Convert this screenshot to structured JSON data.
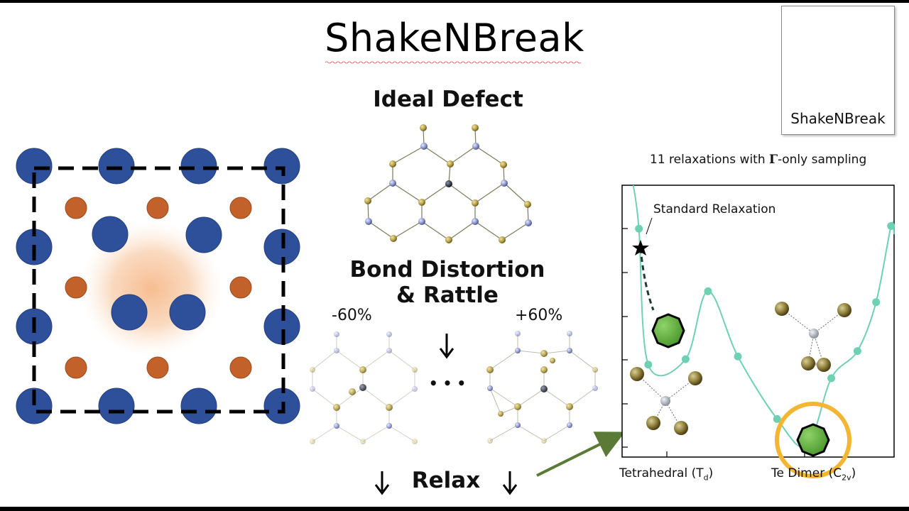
{
  "title": "ShakeNBreak",
  "center": {
    "ideal_defect_label": "Ideal Defect",
    "bond_distortion_label": "Bond Distortion",
    "rattle_label": "& Rattle",
    "minus_label": "-60%",
    "plus_label": "+60%",
    "ellipsis": "• • •",
    "relax_label": "Relax"
  },
  "logo": {
    "label": "ShakeNBreak"
  },
  "plot": {
    "caption_prefix": "11 relaxations with ",
    "caption_symbol": "Γ",
    "caption_suffix": "-only sampling",
    "standard_label": "Standard Relaxation",
    "x_tick_left": "Tetrahedral (T",
    "x_tick_left_sub": "d",
    "x_tick_right": "Te Dimer (C",
    "x_tick_right_sub": "2v",
    "close_paren": ")"
  },
  "chart_data": {
    "type": "line",
    "title": "",
    "xlabel": "",
    "ylabel": "",
    "categories": [
      "Tetrahedral (Td)",
      "Te Dimer (C2v)"
    ],
    "series": [
      {
        "values": [
          [
            0.09,
            0.84
          ],
          [
            0.14,
            0.34
          ],
          [
            0.34,
            0.36
          ],
          [
            0.46,
            0.61
          ],
          [
            0.62,
            0.37
          ],
          [
            0.83,
            0.14
          ],
          [
            0.99,
            0.04
          ],
          [
            1.12,
            0.29
          ],
          [
            1.26,
            0.39
          ],
          [
            1.36,
            0.57
          ],
          [
            1.44,
            0.85
          ]
        ]
      }
    ],
    "highlighted_minima": [
      "local minimum (tetrahedral)",
      "global minimum (Te dimer)"
    ],
    "colors": {
      "curve": "#6fd1b4",
      "minimum": "#5aa13d",
      "highlight_ring": "#f2b632",
      "arrow": "#5a7a35",
      "atoms_blue": "#2e4f9a",
      "atoms_orange": "#c2622a"
    }
  }
}
